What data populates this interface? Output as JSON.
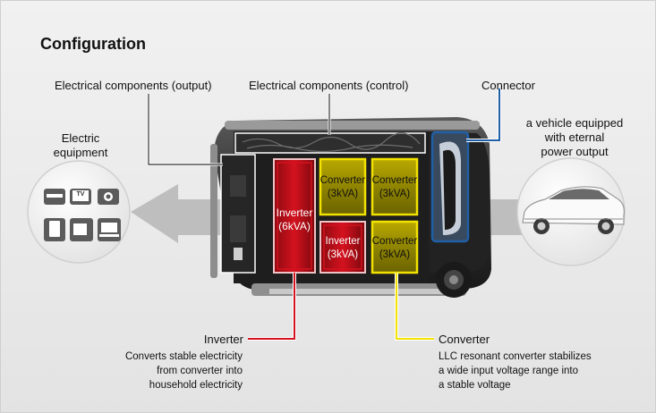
{
  "title": "Configuration",
  "labels": {
    "output": "Electrical components (output)",
    "control": "Electrical components (control)",
    "connector": "Connector",
    "equipment_line1": "Electric",
    "equipment_line2": "equipment",
    "vehicle_line1": "a vehicle equipped",
    "vehicle_line2": "with eternal",
    "vehicle_line3": "power output"
  },
  "blocks": {
    "inverter_main": {
      "line1": "Inverter",
      "line2": "(6kVA)"
    },
    "converter_1": {
      "line1": "Converter",
      "line2": "(3kVA)"
    },
    "converter_2": {
      "line1": "Converter",
      "line2": "(3kVA)"
    },
    "inverter_small": {
      "line1": "Inverter",
      "line2": "(3kVA)"
    },
    "converter_3": {
      "line1": "Converter",
      "line2": "(3kVA)"
    }
  },
  "equipment_icons": {
    "tv_label": "TV"
  },
  "callouts": {
    "inverter": {
      "title": "Inverter",
      "line1": "Converts stable electricity",
      "line2": "from converter into",
      "line3": "household electricity"
    },
    "converter": {
      "title": "Converter",
      "line1": "LLC resonant converter stabilizes",
      "line2": "a wide input voltage range into",
      "line3": "a stable voltage"
    }
  },
  "colors": {
    "inverter": "#d4121f",
    "converter": "#f2e200",
    "connector": "#1f5fa6",
    "arrow": "#b9b9b9"
  }
}
